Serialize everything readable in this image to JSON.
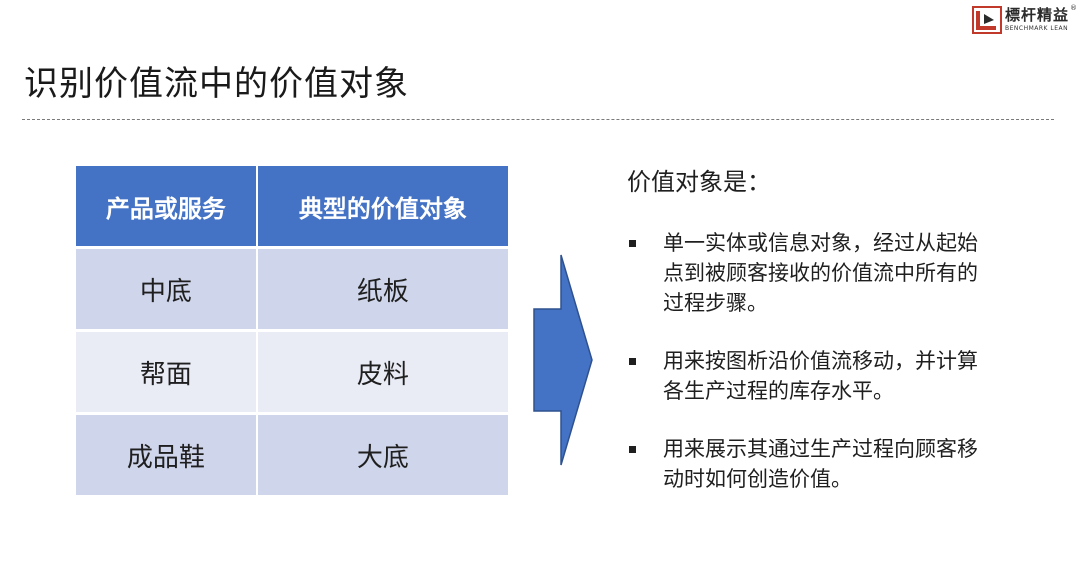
{
  "slide": {
    "title": "识别价值流中的价值对象"
  },
  "logo": {
    "cn": "標杆精益",
    "en": "BENCHMARK LEAN",
    "reg": "®"
  },
  "table": {
    "headers": [
      "产品或服务",
      "典型的价值对象"
    ],
    "rows": [
      [
        "中底",
        "纸板"
      ],
      [
        "帮面",
        "皮料"
      ],
      [
        "成品鞋",
        "大底"
      ]
    ]
  },
  "right": {
    "title": "价值对象是：",
    "bullets": [
      "单一实体或信息对象，经过从起始点到被顾客接收的价值流中所有的过程步骤。",
      "用来按图析沿价值流移动，并计算各生产过程的库存水平。",
      "用来展示其通过生产过程向顾客移动时如何创造价值。"
    ]
  },
  "colors": {
    "header_bg": "#4472c4",
    "row_odd_bg": "#cfd5ea",
    "row_even_bg": "#e9ebf5",
    "arrow_fill": "#4472c4",
    "logo_red": "#c0392b"
  }
}
